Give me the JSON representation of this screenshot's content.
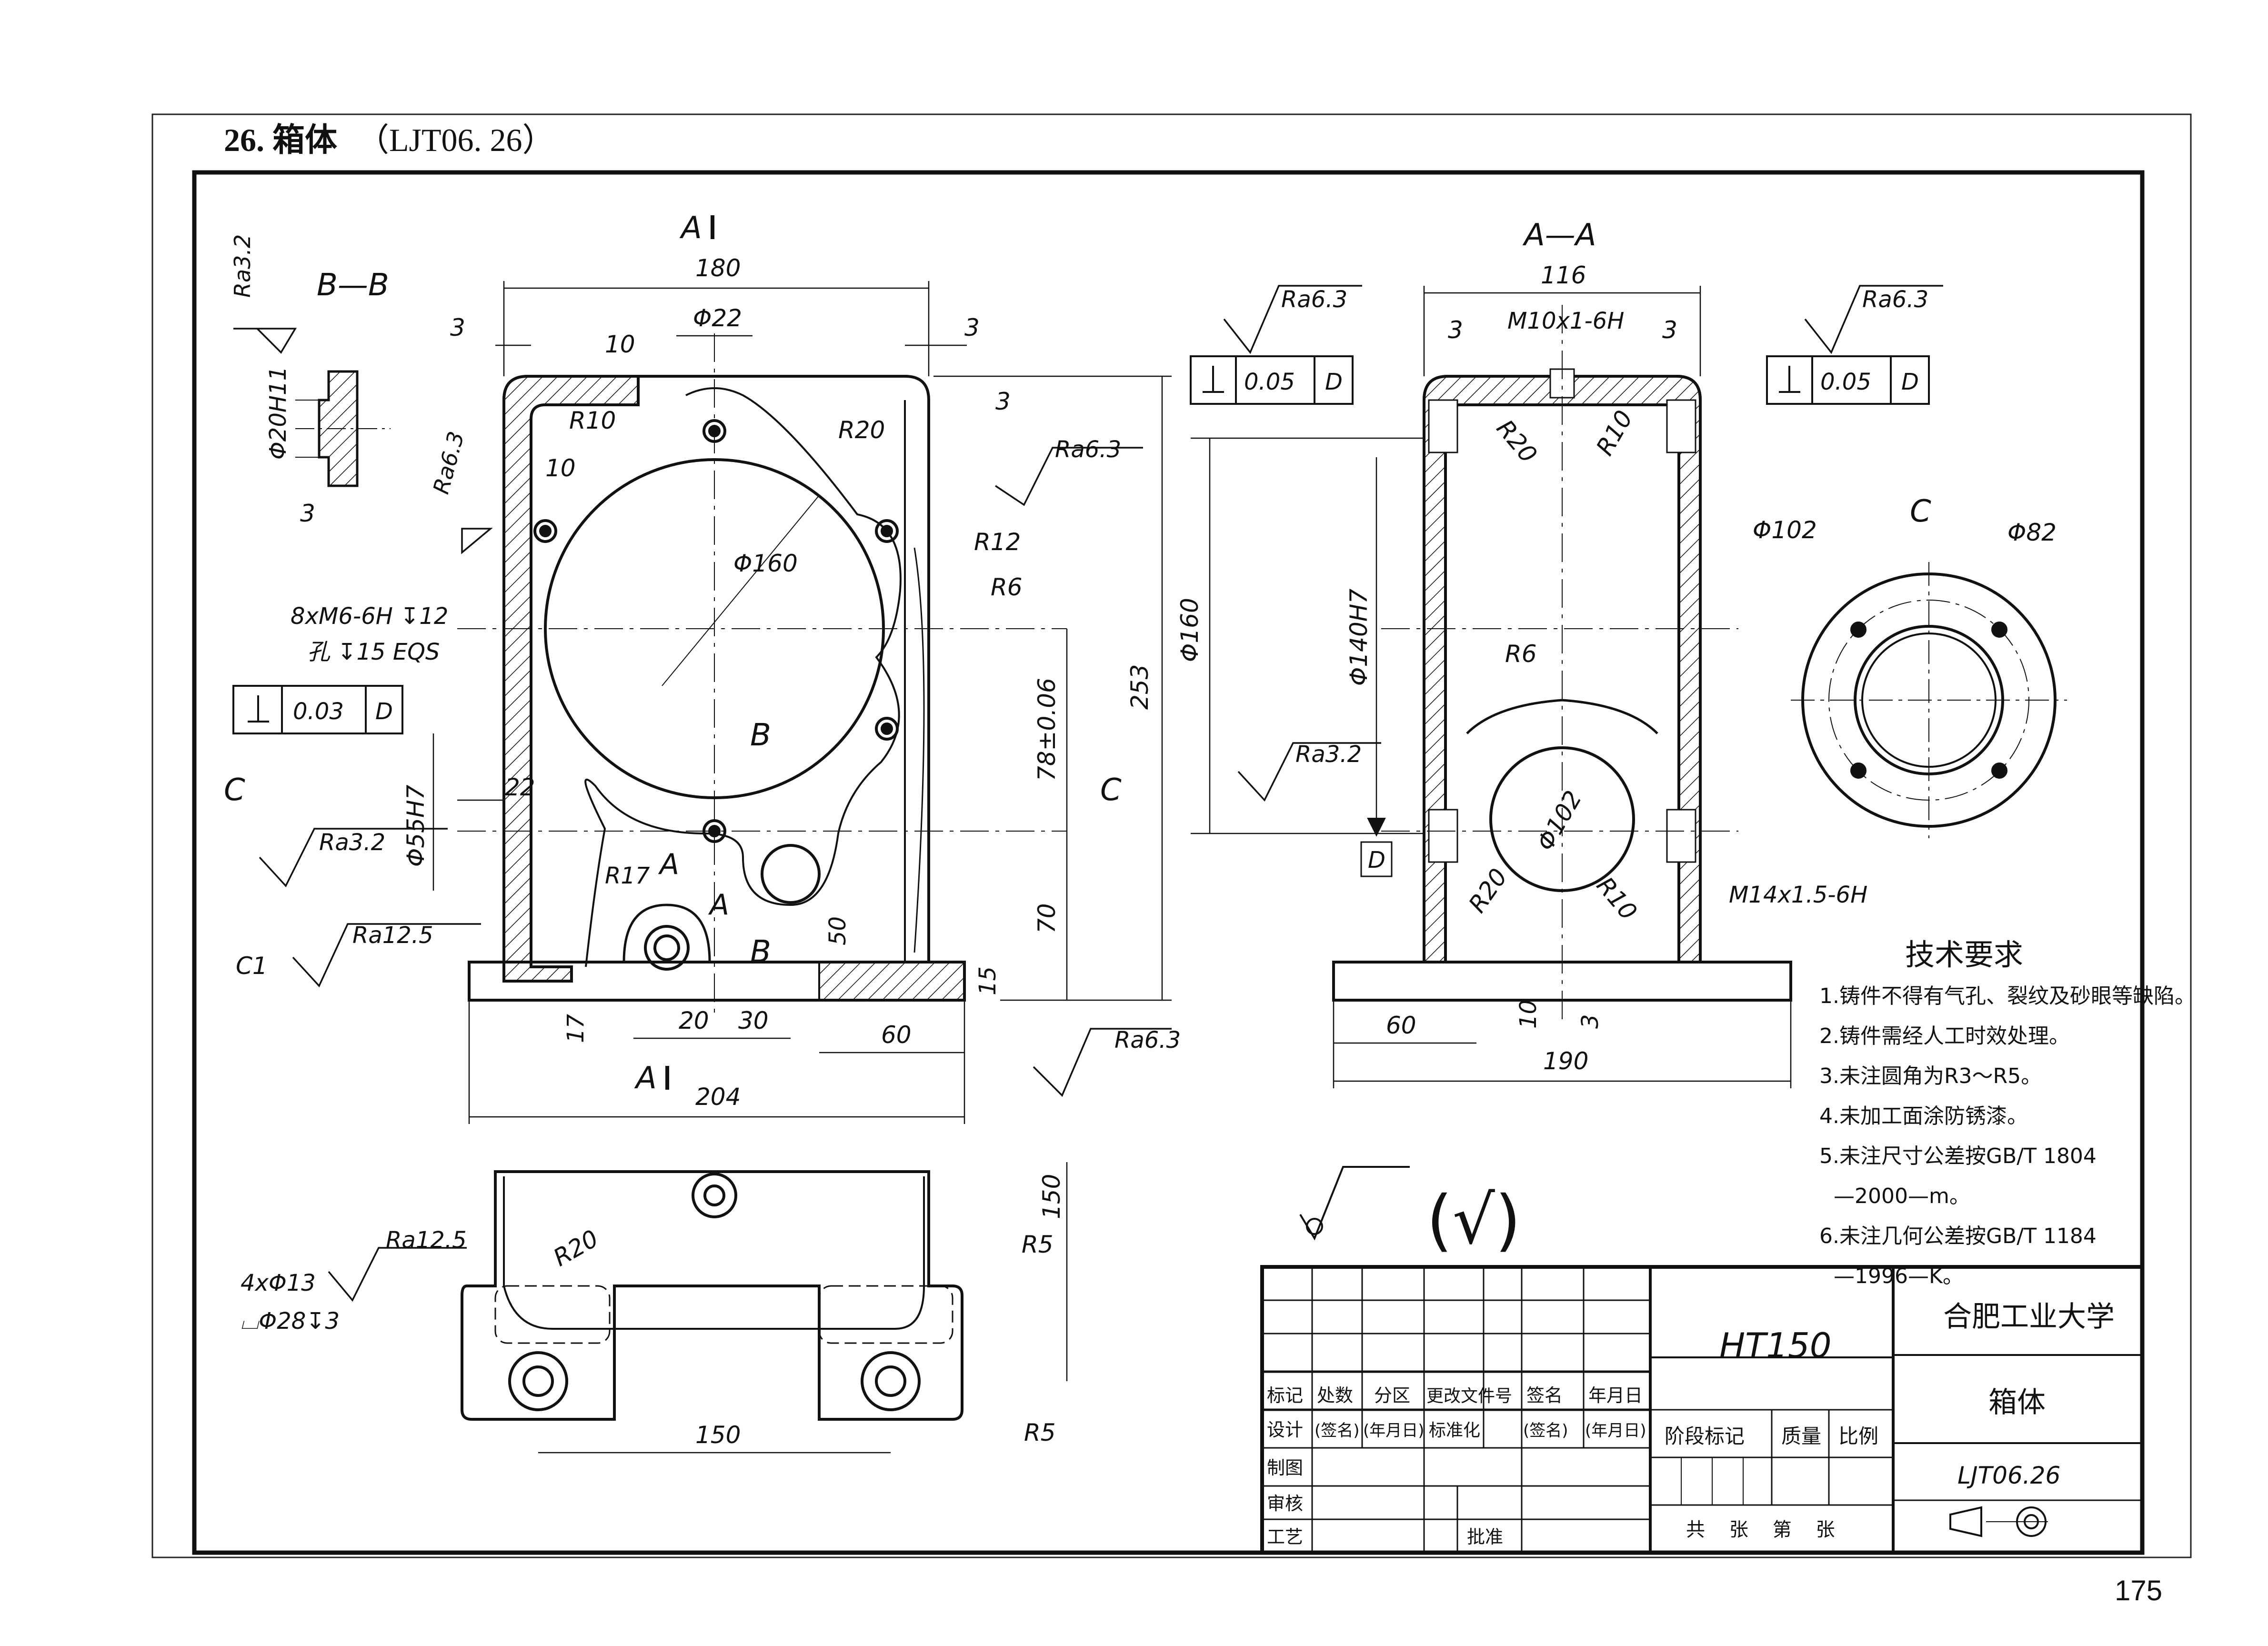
{
  "header": {
    "num": "26.",
    "name": "箱体",
    "code": "（LJT06. 26）"
  },
  "page_number": "175",
  "views": {
    "front_label_top": "A",
    "front_label_bottom": "A",
    "section_aa": "A—A",
    "section_bb": "B—B",
    "view_c": "C",
    "section_c_left": "C",
    "section_c_right": "C",
    "section_b_mark": "B",
    "section_b_mark2": "B",
    "section_a_mark": "A",
    "section_a_mark2": "A"
  },
  "dims": {
    "d180": "180",
    "d3a": "3",
    "d3b": "3",
    "d22dia": "Φ22",
    "d10a": "10",
    "d3c": "3",
    "r10": "R10",
    "r20": "R20",
    "d10b": "10",
    "d160dia": "Φ160",
    "r12": "R12",
    "r6": "R6",
    "thread8": "8xM6-6H ↧12",
    "hole15": "孔 ↧15  EQS",
    "d22": "22",
    "d55": "Φ55H7",
    "d78": "78±0.06",
    "d253": "253",
    "d70": "70",
    "r17": "R17",
    "d50": "50",
    "d15": "15",
    "d17": "17",
    "d20": "20",
    "d30": "30",
    "d60": "60",
    "d204": "204",
    "c1": "C1",
    "d116": "116",
    "m10": "M10x1-6H",
    "d3d": "3",
    "d3e": "3",
    "r20b": "R20",
    "r10b": "R10",
    "d160b": "Φ160",
    "d140": "Φ140H7",
    "r6b": "R6",
    "d102b": "Φ102",
    "r20c": "R20",
    "r10c": "R10",
    "m14": "M14x1.5-6H",
    "d10c": "10",
    "d3f": "3",
    "d60b": "60",
    "d190": "190",
    "d102": "Φ102",
    "d82": "Φ82",
    "d20h11": "Φ20H11",
    "d3g": "3",
    "d150v": "150",
    "r5a": "R5",
    "r5b": "R5",
    "r20d": "R20",
    "holes4": "4xΦ13",
    "cbore": "⌴Φ28↧3",
    "d150h": "150",
    "datum_d": "D"
  },
  "roughness": {
    "ra32_a": "Ra3.2",
    "ra63_a": "Ra6.3",
    "ra32_b": "Ra3.2",
    "ra125_a": "Ra12.5",
    "ra63_b": "Ra6.3",
    "ra63_c": "Ra6.3",
    "ra63_d": "Ra6.3",
    "ra63_e": "Ra6.3",
    "ra32_c": "Ra3.2",
    "ra125_b": "Ra12.5",
    "general": "(√)"
  },
  "tolerances": {
    "perp_left_val": "0.03",
    "perp_left_ref": "D",
    "perp_aa_left_val": "0.05",
    "perp_aa_left_ref": "D",
    "perp_aa_right_val": "0.05",
    "perp_aa_right_ref": "D"
  },
  "tech_requirements": {
    "title": "技术要求",
    "items": [
      "1.铸件不得有气孔、裂纹及砂眼等缺陷。",
      "2.铸件需经人工时效处理。",
      "3.未注圆角为R3～R5。",
      "4.未加工面涂防锈漆。",
      "5.未注尺寸公差按GB/T 1804",
      "—2000—m。",
      "6.未注几何公差按GB/T 1184",
      "—1996—K。"
    ]
  },
  "title_block": {
    "material": "HT150",
    "school": "合肥工业大学",
    "part_name": "箱体",
    "drawing_no": "LJT06.26",
    "row_headers": [
      "标记",
      "处数",
      "分区",
      "更改文件号",
      "签名",
      "年月日"
    ],
    "row_design": [
      "设计",
      "(签名)",
      "(年月日)",
      "标准化",
      "(签名)",
      "(年月日)"
    ],
    "row_draw": "制图",
    "row_check": "审核",
    "row_process": "工艺",
    "approve": "批准",
    "stage": "阶段标记",
    "mass": "质量",
    "scale": "比例",
    "sheets": "共    张    第    张"
  }
}
